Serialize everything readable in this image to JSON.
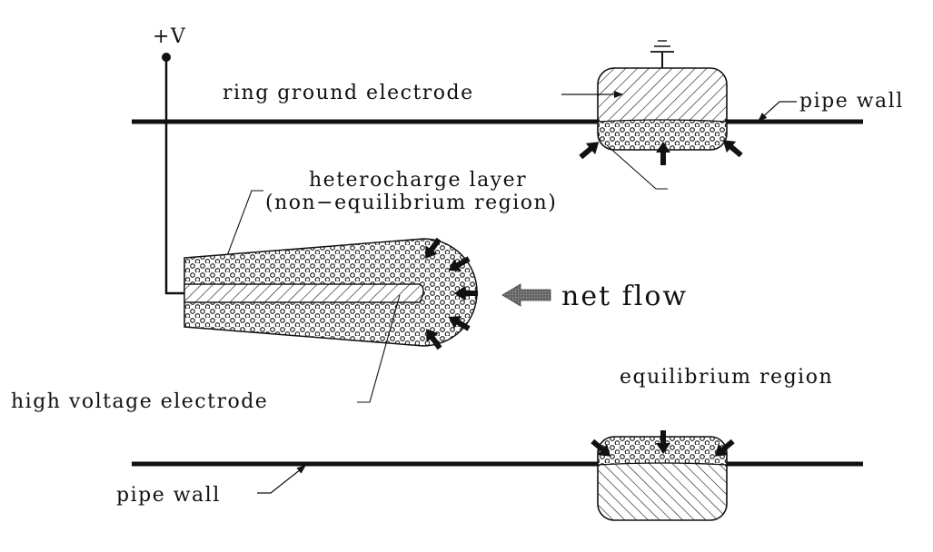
{
  "diagram": {
    "title": "Electrohydrodynamic pipe flow electrode schematic",
    "labels": {
      "voltage": "+V",
      "ring_ground_electrode": "ring ground electrode",
      "pipe_wall_top": "pipe wall",
      "heterocharge_line1": "heterocharge layer",
      "heterocharge_line2": "(non−equilibrium region)",
      "net_flow": "net flow",
      "high_voltage_electrode": "high voltage electrode",
      "equilibrium_region": "equilibrium region",
      "pipe_wall_bottom": "pipe wall"
    },
    "components": [
      {
        "id": "voltage-terminal",
        "description": "positive voltage supply terminal"
      },
      {
        "id": "ground-symbol",
        "description": "electrical ground"
      },
      {
        "id": "ring-ground-electrode-top",
        "fill": "hatch + heterocharge layer"
      },
      {
        "id": "ring-ground-electrode-bottom",
        "fill": "hatch + equilibrium layer"
      },
      {
        "id": "high-voltage-electrode",
        "fill": "hatch"
      },
      {
        "id": "heterocharge-layer",
        "fill": "dotted circles"
      }
    ],
    "colors": {
      "ink": "#111111",
      "flow_arrow": "#555555",
      "background": "#ffffff"
    }
  }
}
